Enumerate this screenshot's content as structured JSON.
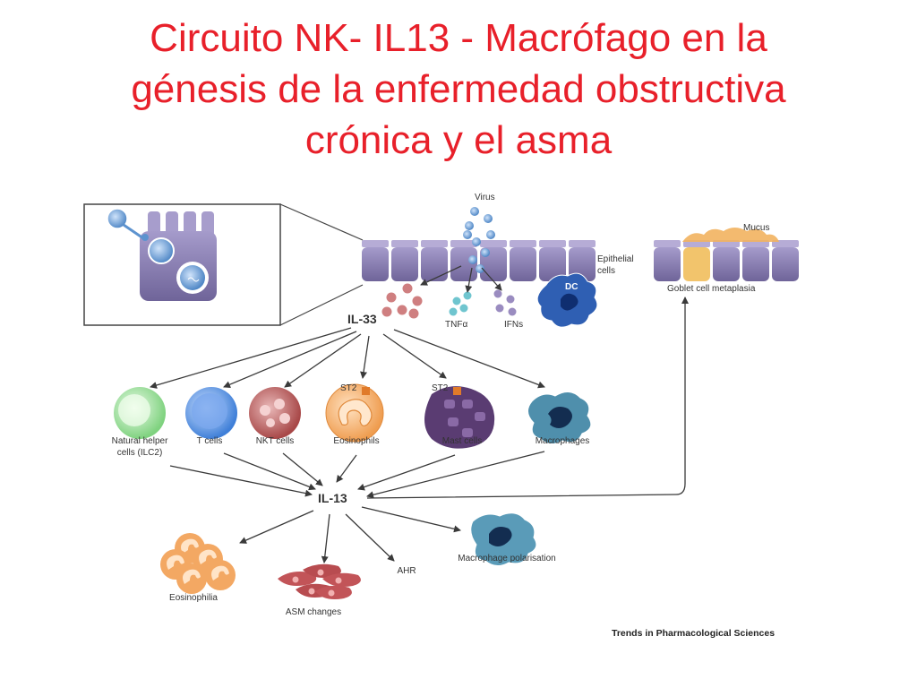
{
  "title": {
    "line1": "Circuito NK- IL13 - Macrófago en la",
    "line2": "génesis de la enfermedad obstructiva",
    "line3": "crónica y el asma"
  },
  "diagram": {
    "virus": "Virus",
    "epithelial_line1": "Epithelial",
    "epithelial_line2": "cells",
    "mucus": "Mucus",
    "goblet": "Goblet cell metaplasia",
    "dc": "DC",
    "il33": "IL-33",
    "tnfa": "TNFα",
    "ifns": "IFNs",
    "st2_a": "ST2",
    "st2_b": "ST2",
    "cells": {
      "nh_line1": "Natural helper",
      "nh_line2": "cells (ILC2)",
      "t": "T cells",
      "nkt": "NKT cells",
      "eos": "Eosinophils",
      "mast": "Mast cells",
      "mac": "Macrophages"
    },
    "il13": "IL-13",
    "outcomes": {
      "eosinophilia": "Eosinophilia",
      "asm": "ASM changes",
      "ahr": "AHR",
      "polarisation": "Macrophage polarisation"
    },
    "credit": "Trends in Pharmacological Sciences"
  },
  "colors": {
    "title": "#e8202a",
    "epithelium": "#8f84b8",
    "goblet": "#f2c46c",
    "mucus": "#f1b05c",
    "virus": "#5d93cf",
    "il33_dots": "#cf7f80",
    "tnf_dots": "#6fc5cf",
    "ifn_dots": "#9a8cc0",
    "nh_cell": "#9bdf9b",
    "t_cell": "#5d93e0",
    "nkt_cell": "#b85a5a",
    "eos_cell": "#f0a560",
    "mast_cell": "#5a3c72",
    "macrophage": "#4f90ae",
    "asm": "#c25458"
  }
}
